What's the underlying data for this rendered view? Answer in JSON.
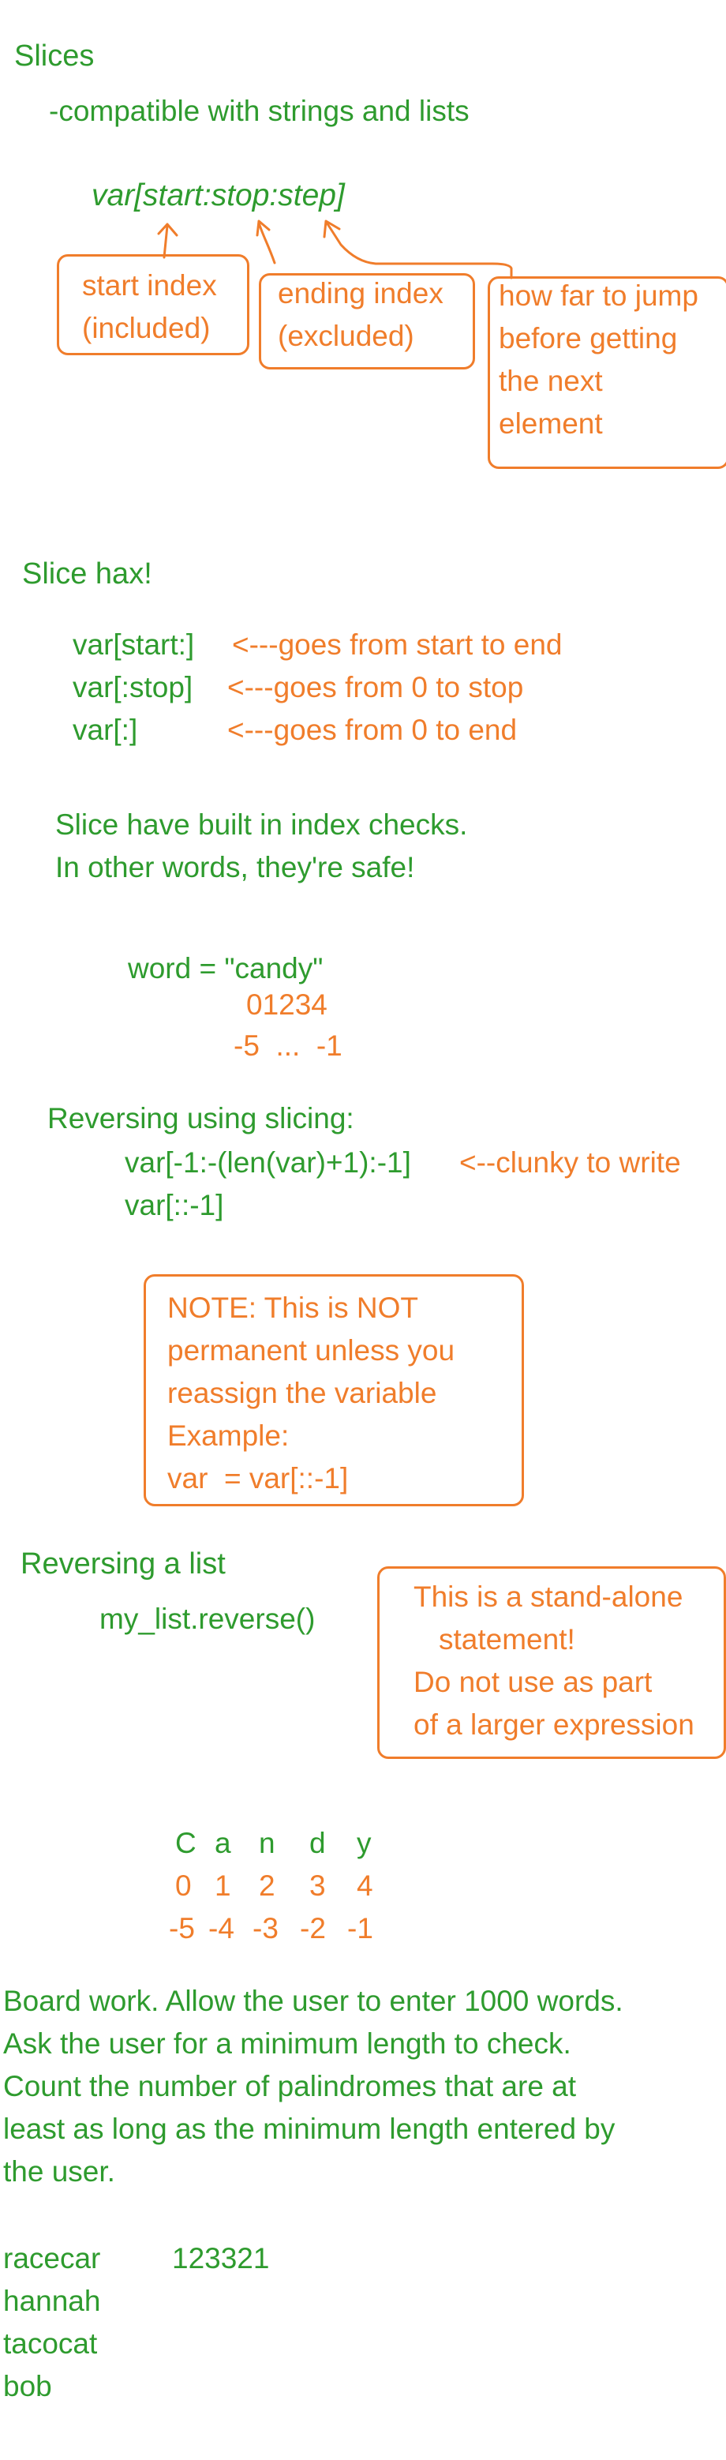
{
  "slices": {
    "title": "Slices",
    "subtitle": "-compatible with strings and lists",
    "syntax": "var[start:stop:step]",
    "start_box": [
      "start index",
      "(included)"
    ],
    "end_box": [
      "ending index",
      "(excluded)"
    ],
    "step_box": [
      "how far to jump",
      "before getting",
      "the next",
      "element"
    ]
  },
  "hax": {
    "title": "Slice hax!",
    "rows": [
      {
        "code": "var[start:]",
        "note": "<---goes from start to end"
      },
      {
        "code": "var[:stop]",
        "note": "<---goes from 0 to stop"
      },
      {
        "code": "var[:]",
        "note": "<---goes from 0 to end"
      }
    ],
    "safety_line1": "Slice have built in index checks.",
    "safety_line2": "In other words, they're safe!",
    "word_line": "word = \"candy\"",
    "pos_indexes": "01234",
    "neg_indexes": "-5  ...  -1"
  },
  "reversing": {
    "title": "Reversing using slicing:",
    "code1": "var[-1:-(len(var)+1):-1]",
    "code1_note": "<--clunky to write",
    "code2": "var[::-1]",
    "note_box": [
      "NOTE: This is NOT",
      "permanent unless you",
      "reassign the variable",
      "Example:",
      "var  = var[::-1]"
    ]
  },
  "reverse_list": {
    "title": "Reversing a list",
    "code": "my_list.reverse()",
    "box": [
      "This is a stand-alone",
      "statement!",
      "Do not use as part",
      "of a larger expression"
    ]
  },
  "candy_table": {
    "letters": [
      "C",
      "a",
      "n",
      "d",
      "y"
    ],
    "positive": [
      "0",
      "1",
      "2",
      "3",
      "4"
    ],
    "negative": [
      "-5",
      "-4",
      "-3",
      "-2",
      "-1"
    ]
  },
  "board_work": {
    "lines": [
      "Board work. Allow the user to enter 1000 words.",
      "Ask the user for a minimum length to check.",
      "Count the number of palindromes that are at",
      "least as long as the minimum length entered by",
      "the user."
    ],
    "examples": [
      "racecar",
      "hannah",
      "tacocat",
      "bob"
    ],
    "number_example": "123321"
  },
  "colors": {
    "green": "#2e9b2e",
    "orange": "#f07d2b"
  }
}
